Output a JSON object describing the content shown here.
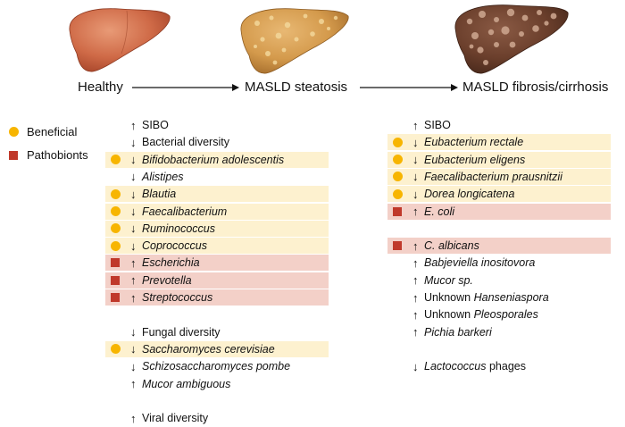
{
  "stages": [
    "Healthy",
    "MASLD steatosis",
    "MASLD fibrosis/cirrhosis"
  ],
  "legend": [
    {
      "marker": "circle",
      "label": "Beneficial",
      "color": "#f7b500"
    },
    {
      "marker": "square",
      "label": "Pathobionts",
      "color": "#c0392b"
    }
  ],
  "colors": {
    "beneficial_band": "#fdf1cf",
    "pathobiont_band": "#f3d0c8"
  },
  "steatosis": [
    {
      "dir": "↑",
      "parts": [
        {
          "t": "SIBO",
          "i": false
        }
      ],
      "type": "none"
    },
    {
      "dir": "↓",
      "parts": [
        {
          "t": "Bacterial diversity",
          "i": false
        }
      ],
      "type": "none"
    },
    {
      "dir": "↓",
      "parts": [
        {
          "t": "Bifidobacterium adolescentis",
          "i": true
        }
      ],
      "type": "beneficial"
    },
    {
      "dir": "↓",
      "parts": [
        {
          "t": "Alistipes",
          "i": true
        }
      ],
      "type": "none"
    },
    {
      "dir": "↓",
      "parts": [
        {
          "t": "Blautia",
          "i": true
        }
      ],
      "type": "beneficial"
    },
    {
      "dir": "↓",
      "parts": [
        {
          "t": "Faecalibacterium",
          "i": true
        }
      ],
      "type": "beneficial"
    },
    {
      "dir": "↓",
      "parts": [
        {
          "t": "Ruminococcus",
          "i": true
        }
      ],
      "type": "beneficial"
    },
    {
      "dir": "↓",
      "parts": [
        {
          "t": "Coprococcus",
          "i": true
        }
      ],
      "type": "beneficial"
    },
    {
      "dir": "↑",
      "parts": [
        {
          "t": "Escherichia",
          "i": true
        }
      ],
      "type": "pathobiont"
    },
    {
      "dir": "↑",
      "parts": [
        {
          "t": "Prevotella",
          "i": true
        }
      ],
      "type": "pathobiont"
    },
    {
      "dir": "↑",
      "parts": [
        {
          "t": "Streptococcus",
          "i": true
        }
      ],
      "type": "pathobiont"
    },
    {
      "gap": true
    },
    {
      "dir": "↓",
      "parts": [
        {
          "t": "Fungal diversity",
          "i": false
        }
      ],
      "type": "none"
    },
    {
      "dir": "↓",
      "parts": [
        {
          "t": "Saccharomyces cerevisiae",
          "i": true
        }
      ],
      "type": "beneficial"
    },
    {
      "dir": "↓",
      "parts": [
        {
          "t": "Schizosaccharomyces pombe",
          "i": true
        }
      ],
      "type": "none"
    },
    {
      "dir": "↑",
      "parts": [
        {
          "t": "Mucor ambiguous",
          "i": true
        }
      ],
      "type": "none"
    },
    {
      "gap": true
    },
    {
      "dir": "↑",
      "parts": [
        {
          "t": "Viral diversity",
          "i": false
        }
      ],
      "type": "none"
    }
  ],
  "fibrosis": [
    {
      "dir": "↑",
      "parts": [
        {
          "t": "SIBO",
          "i": false
        }
      ],
      "type": "none"
    },
    {
      "dir": "↓",
      "parts": [
        {
          "t": "Eubacterium rectale",
          "i": true
        }
      ],
      "type": "beneficial"
    },
    {
      "dir": "↓",
      "parts": [
        {
          "t": "Eubacterium eligens",
          "i": true
        }
      ],
      "type": "beneficial"
    },
    {
      "dir": "↓",
      "parts": [
        {
          "t": "Faecalibacterium prausnitzii",
          "i": true
        }
      ],
      "type": "beneficial"
    },
    {
      "dir": "↓",
      "parts": [
        {
          "t": "Dorea longicatena",
          "i": true
        }
      ],
      "type": "beneficial"
    },
    {
      "dir": "↑",
      "parts": [
        {
          "t": "E. coli",
          "i": true
        }
      ],
      "type": "pathobiont"
    },
    {
      "gap": true
    },
    {
      "dir": "↑",
      "parts": [
        {
          "t": "C. albicans",
          "i": true
        }
      ],
      "type": "pathobiont"
    },
    {
      "dir": "↑",
      "parts": [
        {
          "t": "Babjeviella inositovora",
          "i": true
        }
      ],
      "type": "none"
    },
    {
      "dir": "↑",
      "parts": [
        {
          "t": "Mucor sp.",
          "i": true
        }
      ],
      "type": "none"
    },
    {
      "dir": "↑",
      "parts": [
        {
          "t": "Unknown ",
          "i": false
        },
        {
          "t": "Hanseniaspora",
          "i": true
        }
      ],
      "type": "none"
    },
    {
      "dir": "↑",
      "parts": [
        {
          "t": "Unknown ",
          "i": false
        },
        {
          "t": "Pleosporales",
          "i": true
        }
      ],
      "type": "none"
    },
    {
      "dir": "↑",
      "parts": [
        {
          "t": "Pichia barkeri",
          "i": true
        }
      ],
      "type": "none"
    },
    {
      "gap": true
    },
    {
      "dir": "↓",
      "parts": [
        {
          "t": "Lactococcus",
          "i": true
        },
        {
          "t": " phages",
          "i": false
        }
      ],
      "type": "none"
    }
  ]
}
